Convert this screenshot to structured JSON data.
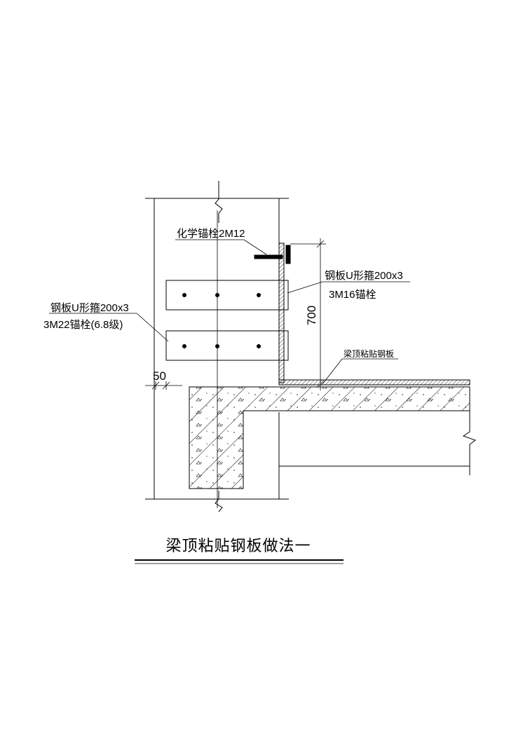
{
  "title": "梁顶粘贴钢板做法一",
  "labels": {
    "chem_anchor": "化学锚栓2M12",
    "u_hoop_right_line1": "钢板U形箍200x3",
    "u_hoop_right_line2": "3M16锚栓",
    "u_hoop_left_line1": "钢板U形箍200x3",
    "u_hoop_left_line2": "3M22锚栓(6.8级)",
    "beam_top_plate": "梁顶粘贴钢板"
  },
  "dimensions": {
    "height": "700",
    "offset": "50"
  }
}
